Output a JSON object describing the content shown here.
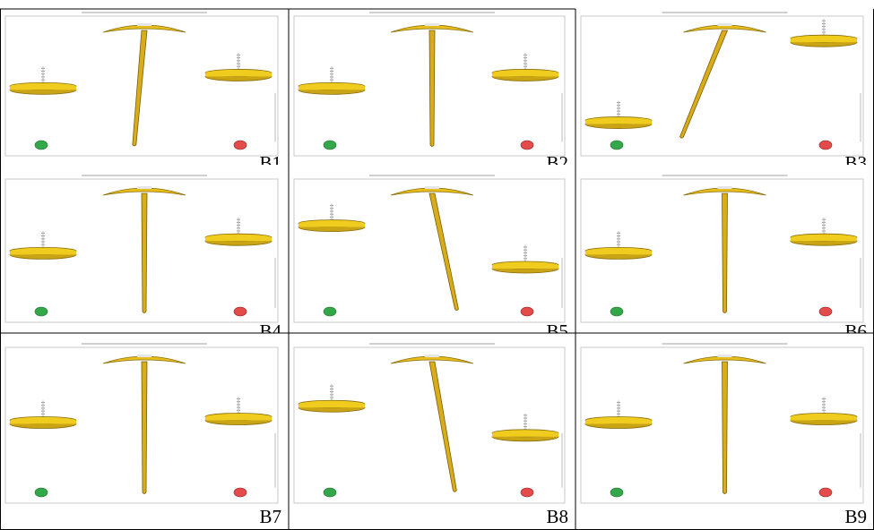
{
  "figure": {
    "colors": {
      "pan_fill": "#f0cc1e",
      "pan_edge": "#8a6d0a",
      "pointer_fill": "#d8ac1a",
      "beam_fill": "#e8be1c",
      "green_dot": "#33a84a",
      "red_dot": "#e44b4b",
      "frame": "#c8c8c8"
    },
    "panels": [
      {
        "label": "B1",
        "pointer_angle_deg": -5,
        "tilt": 0.1
      },
      {
        "label": "B2",
        "pointer_angle_deg": 0,
        "tilt": 0.1
      },
      {
        "label": "B3",
        "pointer_angle_deg": -22,
        "tilt": 0.8
      },
      {
        "label": "B4",
        "pointer_angle_deg": 0,
        "tilt": 0.1
      },
      {
        "label": "B5",
        "pointer_angle_deg": 12,
        "tilt": -0.45
      },
      {
        "label": "B6",
        "pointer_angle_deg": 0,
        "tilt": 0.1
      },
      {
        "label": "B7",
        "pointer_angle_deg": 0,
        "tilt": 0.0
      },
      {
        "label": "B8",
        "pointer_angle_deg": 10,
        "tilt": -0.3
      },
      {
        "label": "B9",
        "pointer_angle_deg": 0,
        "tilt": 0.0
      }
    ]
  }
}
